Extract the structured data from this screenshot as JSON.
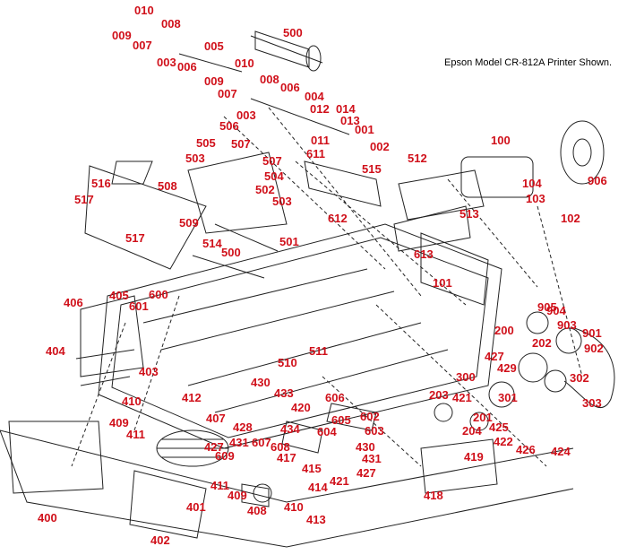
{
  "caption": "Epson Model CR-812A Printer Shown.",
  "colors": {
    "callout": "#d0101a",
    "linework": "#222222",
    "background": "#ffffff"
  },
  "callouts": [
    "010",
    "008",
    "009",
    "007",
    "003",
    "006",
    "005",
    "500",
    "010",
    "009",
    "008",
    "006",
    "007",
    "004",
    "003",
    "012",
    "014",
    "013",
    "011",
    "001",
    "002",
    "505",
    "506",
    "507",
    "503",
    "507",
    "100",
    "504",
    "611",
    "515",
    "512",
    "508",
    "502",
    "503",
    "104",
    "906",
    "516",
    "517",
    "103",
    "612",
    "102",
    "509",
    "517",
    "513",
    "514",
    "500",
    "501",
    "613",
    "406",
    "405",
    "600",
    "601",
    "101",
    "404",
    "905",
    "904",
    "903",
    "901",
    "200",
    "202",
    "902",
    "511",
    "427",
    "429",
    "403",
    "510",
    "300",
    "302",
    "430",
    "433",
    "420",
    "421",
    "410",
    "203",
    "301",
    "412",
    "606",
    "301",
    "407",
    "605",
    "602",
    "303",
    "409",
    "411",
    "428",
    "434",
    "604",
    "603",
    "204",
    "201",
    "425",
    "431",
    "422",
    "426",
    "424",
    "427",
    "607",
    "608",
    "430",
    "431",
    "609",
    "417",
    "415",
    "427",
    "421",
    "411",
    "414",
    "419",
    "409",
    "408",
    "410",
    "400",
    "401",
    "413",
    "418",
    "402"
  ]
}
